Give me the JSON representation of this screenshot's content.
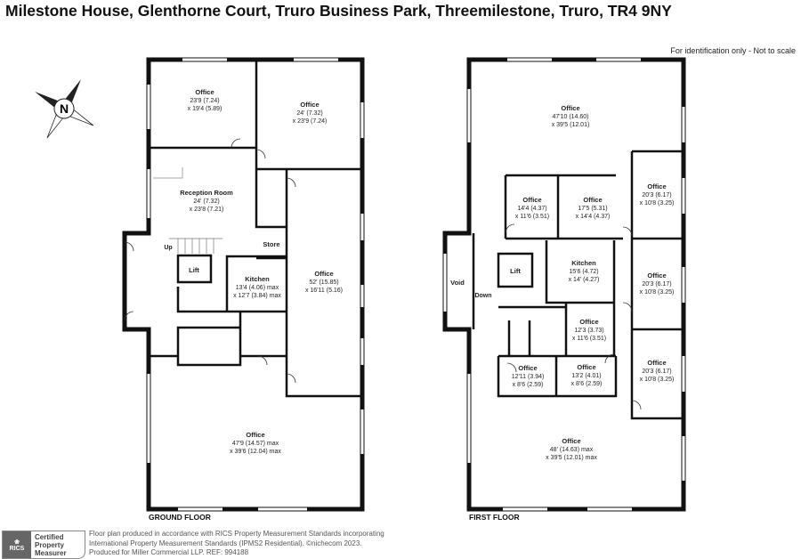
{
  "header": {
    "title": "Milestone House, Glenthorne Court, Truro Business Park, Threemilestone, Truro, TR4 9NY",
    "note": "For identification only - Not to scale"
  },
  "compass": {
    "label": "N"
  },
  "ground_floor": {
    "label": "GROUND FLOOR",
    "rooms": [
      {
        "name": "Office",
        "dims": [
          "23'9 (7.24)",
          "x 19'4 (5.89)"
        ]
      },
      {
        "name": "Office",
        "dims": [
          "24' (7.32)",
          "x 23'9 (7.24)"
        ]
      },
      {
        "name": "Reception Room",
        "dims": [
          "24' (7.32)",
          "x 23'8 (7.21)"
        ]
      },
      {
        "name": "Store",
        "dims": []
      },
      {
        "name": "Lift",
        "dims": []
      },
      {
        "name": "Kitchen",
        "dims": [
          "13'4 (4.06) max",
          "x 12'7 (3.84) max"
        ]
      },
      {
        "name": "Office",
        "dims": [
          "52' (15.85)",
          "x 16'11 (5.16)"
        ]
      },
      {
        "name": "Office",
        "dims": [
          "47'9 (14.57) max",
          "x 39'6 (12.04) max"
        ]
      }
    ],
    "stair_label": "Up"
  },
  "first_floor": {
    "label": "FIRST FLOOR",
    "rooms": [
      {
        "name": "Office",
        "dims": [
          "47'10 (14.60)",
          "x 39'5 (12.01)"
        ]
      },
      {
        "name": "Office",
        "dims": [
          "14'4 (4.37)",
          "x 11'6 (3.51)"
        ]
      },
      {
        "name": "Office",
        "dims": [
          "17'5 (5.31)",
          "x 14'4 (4.37)"
        ]
      },
      {
        "name": "Office",
        "dims": [
          "20'3 (6.17)",
          "x 10'8 (3.25)"
        ]
      },
      {
        "name": "Void",
        "dims": []
      },
      {
        "name": "Lift",
        "dims": []
      },
      {
        "name": "Kitchen",
        "dims": [
          "15'6 (4.72)",
          "x 14' (4.27)"
        ]
      },
      {
        "name": "Office",
        "dims": [
          "20'3 (6.17)",
          "x 10'8 (3.25)"
        ]
      },
      {
        "name": "Office",
        "dims": [
          "12'3 (3.73)",
          "x 11'6 (3.51)"
        ]
      },
      {
        "name": "Office",
        "dims": [
          "12'11 (3.94)",
          "x 8'6 (2.59)"
        ]
      },
      {
        "name": "Office",
        "dims": [
          "13'2 (4.01)",
          "x 8'6 (2.59)"
        ]
      },
      {
        "name": "Office",
        "dims": [
          "20'3 (6.17)",
          "x 10'8 (3.25)"
        ]
      },
      {
        "name": "Office",
        "dims": [
          "48' (14.63) max",
          "x 39'5 (12.01) max"
        ]
      }
    ],
    "stair_label": "Down"
  },
  "footer": {
    "badge": {
      "logo": "RICS",
      "line1": "Certified",
      "line2": "Property",
      "line3": "Measurer"
    },
    "lines": [
      "Floor plan produced in accordance with RICS Property Measurement Standards incorporating",
      "International Property Measurement Standards (IPMS2 Residential).   ©nichecom 2023.",
      "Produced for Miller Commercial LLP.   REF: 994188"
    ]
  }
}
